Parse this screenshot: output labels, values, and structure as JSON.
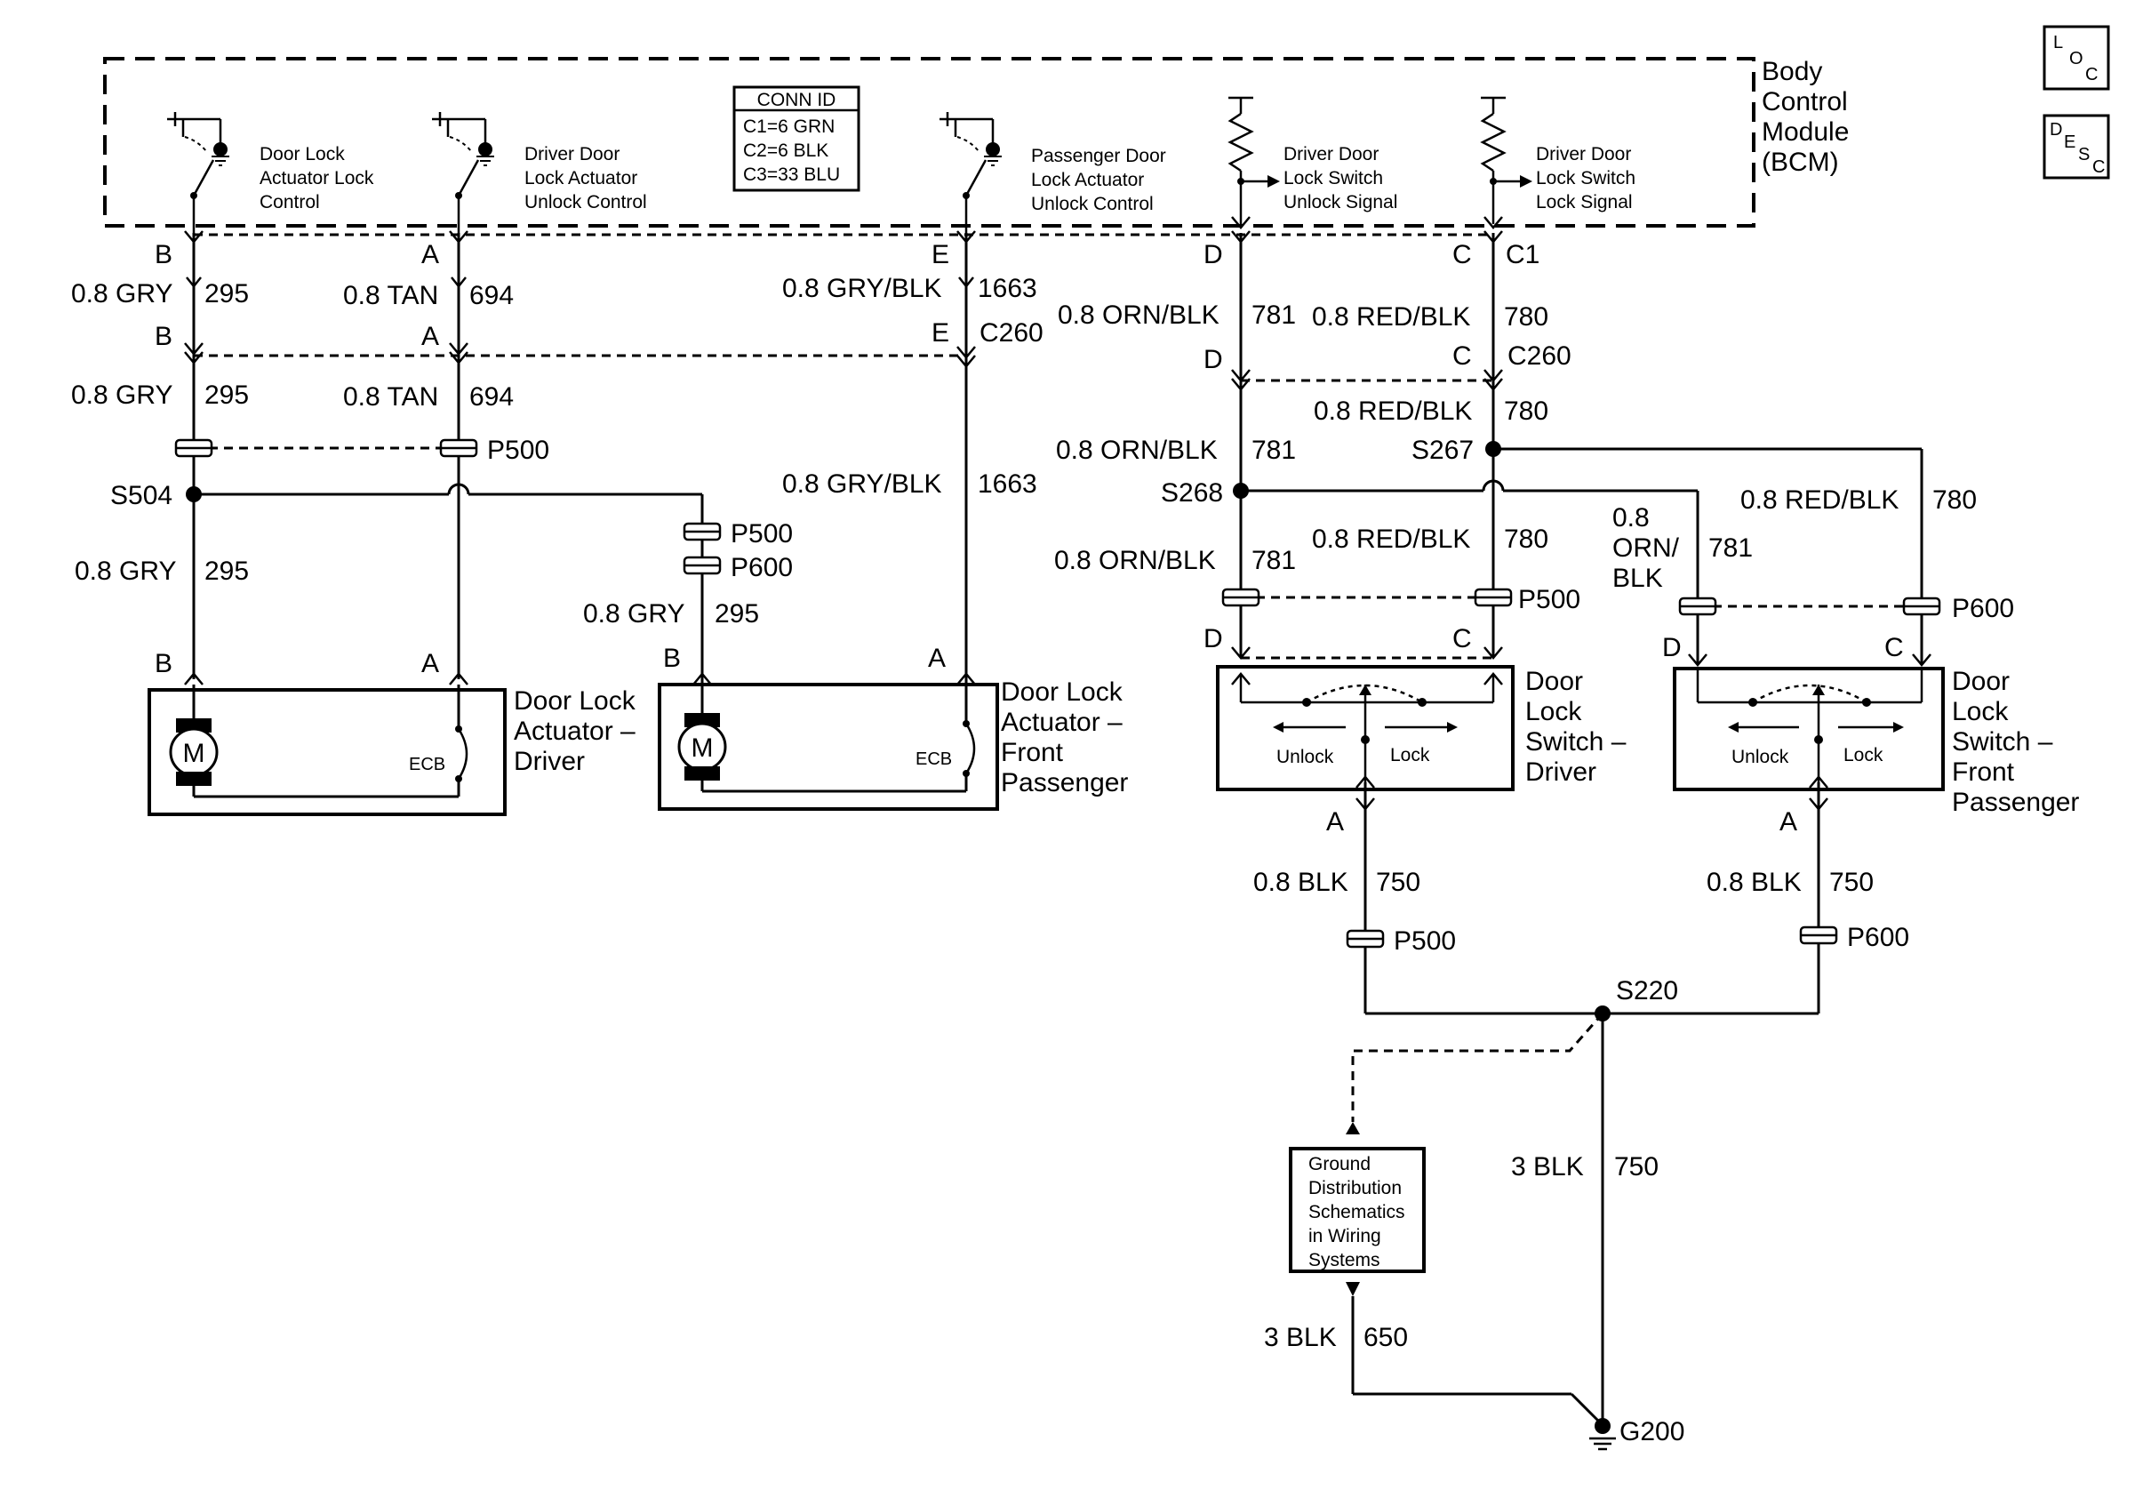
{
  "bcm": {
    "title_lines": [
      "Body",
      "Control",
      "Module",
      "(BCM)"
    ],
    "conn_id": {
      "title": "CONN ID",
      "lines": [
        "C1=6 GRN",
        "C2=6 BLK",
        "C3=33 BLU"
      ]
    },
    "functions": {
      "door_lock_control": [
        "Door Lock",
        "Actuator Lock",
        "Control"
      ],
      "driver_unlock_control": [
        "Driver Door",
        "Lock Actuator",
        "Unlock Control"
      ],
      "passenger_unlock_control": [
        "Passenger Door",
        "Lock Actuator",
        "Unlock Control"
      ],
      "driver_unlock_signal": [
        "Driver Door",
        "Lock Switch",
        "Unlock Signal"
      ],
      "driver_lock_signal": [
        "Driver Door",
        "Lock Switch",
        "Lock Signal"
      ]
    }
  },
  "icons": {
    "loc": [
      "L",
      "O",
      "C"
    ],
    "desc": [
      "D",
      "E",
      "S",
      "C"
    ]
  },
  "pins": {
    "b": "B",
    "a": "A",
    "e": "E",
    "d": "D",
    "c": "C"
  },
  "connectors": {
    "c1": "C1",
    "c260": "C260",
    "p500": "P500",
    "p600": "P600"
  },
  "splices": {
    "s504": "S504",
    "s267": "S267",
    "s268": "S268",
    "s220": "S220",
    "g200": "G200"
  },
  "wires": {
    "gry": "0.8 GRY",
    "n295": "295",
    "tan": "0.8 TAN",
    "n694": "694",
    "gryblk": "0.8 GRY/BLK",
    "n1663": "1663",
    "ornblk": "0.8 ORN/BLK",
    "n781": "781",
    "redblk": "0.8 RED/BLK",
    "n780": "780",
    "orn_split": [
      "0.8",
      "ORN/",
      "BLK"
    ],
    "blk08": "0.8 BLK",
    "n750": "750",
    "blk3": "3 BLK",
    "n650": "650"
  },
  "components": {
    "actuator_driver": [
      "Door Lock",
      "Actuator –",
      "Driver"
    ],
    "actuator_passenger": [
      "Door Lock",
      "Actuator –",
      "Front",
      "Passenger"
    ],
    "switch_driver": [
      "Door",
      "Lock",
      "Switch –",
      "Driver"
    ],
    "switch_passenger": [
      "Door",
      "Lock",
      "Switch –",
      "Front",
      "Passenger"
    ],
    "motor": "M",
    "ecb": "ECB",
    "unlock": "Unlock",
    "lock": "Lock"
  },
  "ground_ref": [
    "Ground",
    "Distribution",
    "Schematics",
    "in Wiring",
    "Systems"
  ]
}
